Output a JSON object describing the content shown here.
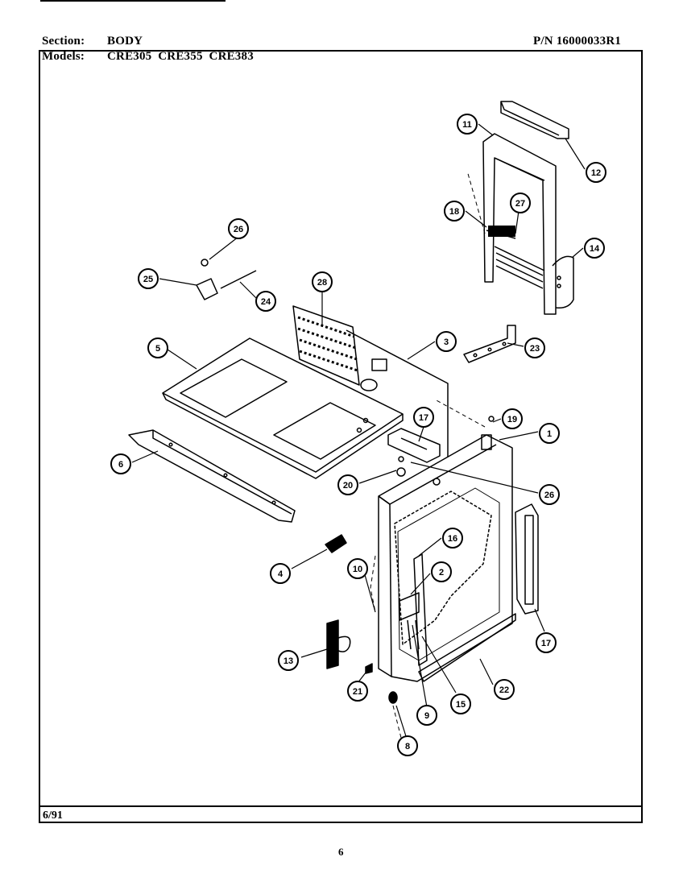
{
  "header": {
    "section_label": "Section:",
    "section_value": "BODY",
    "part_number": "P/N 16000033R1",
    "models_label": "Models:",
    "models_value": "CRE305  CRE355  CRE383"
  },
  "footer": {
    "date": "6/91",
    "page_number": "6"
  },
  "callouts": [
    "11",
    "12",
    "18",
    "27",
    "14",
    "26",
    "25",
    "24",
    "28",
    "5",
    "3",
    "23",
    "17",
    "19",
    "1",
    "6",
    "20",
    "26",
    "4",
    "16",
    "10",
    "2",
    "17",
    "13",
    "21",
    "15",
    "22",
    "9",
    "8"
  ]
}
